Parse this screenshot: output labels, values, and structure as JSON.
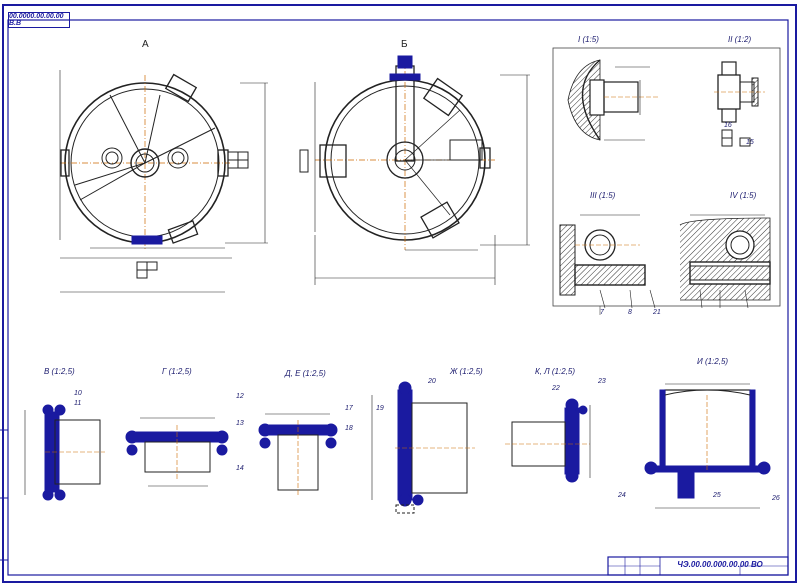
{
  "drawing": {
    "stamp_text": "00.0000.00.00.00 В.В",
    "title_code": "ЧЭ.00.00.000.00.00 ВО",
    "view_labels": {
      "a": "А",
      "b": "Б",
      "v1": "I (1:5)",
      "v2": "II (1:2)",
      "v3": "III (1:5)",
      "v4": "IV (1:5)",
      "d1": "В (1:2,5)",
      "d2": "Г (1:2,5)",
      "d3": "Д, Е (1:2,5)",
      "d4": "Ж (1:2,5)",
      "d5": "К, Л (1:2,5)",
      "d6": "И (1:2,5)"
    },
    "balloons": [
      "7",
      "8",
      "21",
      "16",
      "15",
      "10",
      "11",
      "12",
      "13",
      "14",
      "17",
      "18",
      "19",
      "20",
      "22",
      "23",
      "24",
      "25",
      "26"
    ],
    "accent_colors": {
      "frame": "#1a1aa0",
      "line": "#222222",
      "axis": "#cc6a00",
      "hatch": "#333333"
    }
  }
}
